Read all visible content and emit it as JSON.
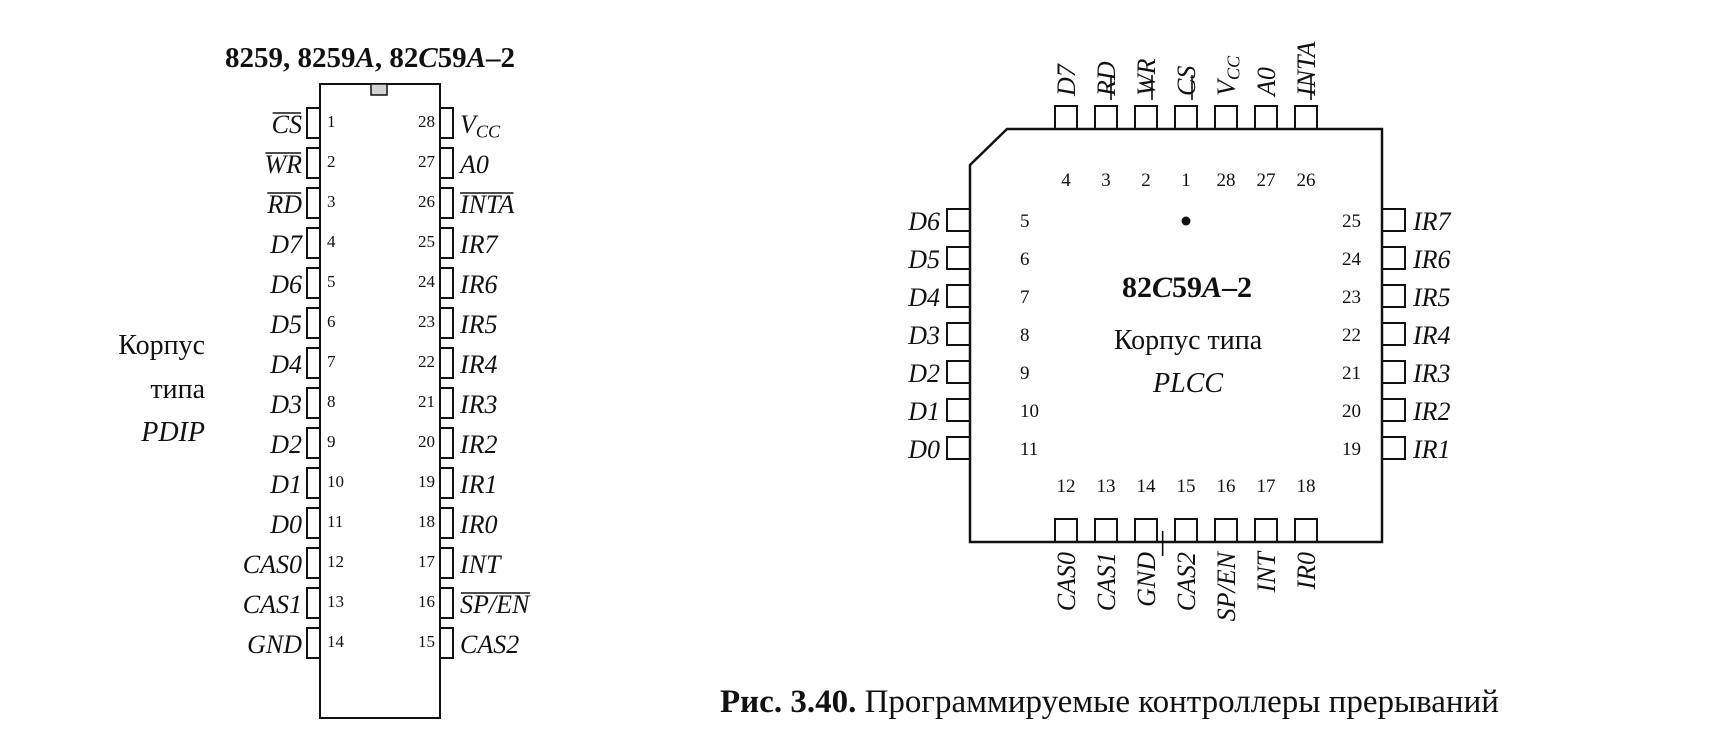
{
  "pdip": {
    "title_plain_1": "8259, 8259",
    "title_italic_1": "A",
    "title_plain_2": ", 82",
    "title_italic_2": "C",
    "title_plain_3": "59",
    "title_italic_3": "A",
    "title_plain_4": "–2",
    "package_line1": "Корпус",
    "package_line2": "типа",
    "package_line3": "PDIP",
    "left_pins": [
      {
        "number": "1",
        "label": "CS",
        "overline": true
      },
      {
        "number": "2",
        "label": "WR",
        "overline": true
      },
      {
        "number": "3",
        "label": "RD",
        "overline": true
      },
      {
        "number": "4",
        "label": "D7",
        "overline": false
      },
      {
        "number": "5",
        "label": "D6",
        "overline": false
      },
      {
        "number": "6",
        "label": "D5",
        "overline": false
      },
      {
        "number": "7",
        "label": "D4",
        "overline": false
      },
      {
        "number": "8",
        "label": "D3",
        "overline": false
      },
      {
        "number": "9",
        "label": "D2",
        "overline": false
      },
      {
        "number": "10",
        "label": "D1",
        "overline": false
      },
      {
        "number": "11",
        "label": "D0",
        "overline": false
      },
      {
        "number": "12",
        "label": "CAS0",
        "overline": false
      },
      {
        "number": "13",
        "label": "CAS1",
        "overline": false
      },
      {
        "number": "14",
        "label": "GND",
        "overline": false
      }
    ],
    "right_pins": [
      {
        "number": "28",
        "label": "VCC",
        "overline": false
      },
      {
        "number": "27",
        "label": "A0",
        "overline": false
      },
      {
        "number": "26",
        "label": "INTA",
        "overline": true
      },
      {
        "number": "25",
        "label": "IR7",
        "overline": false
      },
      {
        "number": "24",
        "label": "IR6",
        "overline": false
      },
      {
        "number": "23",
        "label": "IR5",
        "overline": false
      },
      {
        "number": "22",
        "label": "IR4",
        "overline": false
      },
      {
        "number": "21",
        "label": "IR3",
        "overline": false
      },
      {
        "number": "20",
        "label": "IR2",
        "overline": false
      },
      {
        "number": "19",
        "label": "IR1",
        "overline": false
      },
      {
        "number": "18",
        "label": "IR0",
        "overline": false
      },
      {
        "number": "17",
        "label": "INT",
        "overline": false
      },
      {
        "number": "16",
        "label": "SP/EN",
        "overline": true
      },
      {
        "number": "15",
        "label": "CAS2",
        "overline": false
      }
    ]
  },
  "plcc": {
    "chip_plain_1": "82",
    "chip_italic_1": "C",
    "chip_plain_2": "59",
    "chip_italic_2": "A",
    "chip_plain_3": "–2",
    "package_line1": "Корпус типа",
    "package_line2": "PLCC",
    "top_pins": [
      {
        "number": "4",
        "label": "D7",
        "overline": false
      },
      {
        "number": "3",
        "label": "RD",
        "overline": true
      },
      {
        "number": "2",
        "label": "WR",
        "overline": true
      },
      {
        "number": "1",
        "label": "CS",
        "overline": true
      },
      {
        "number": "28",
        "label": "VCC",
        "overline": false
      },
      {
        "number": "27",
        "label": "A0",
        "overline": false
      },
      {
        "number": "26",
        "label": "INTA",
        "overline": true
      }
    ],
    "left_pins": [
      {
        "number": "5",
        "label": "D6"
      },
      {
        "number": "6",
        "label": "D5"
      },
      {
        "number": "7",
        "label": "D4"
      },
      {
        "number": "8",
        "label": "D3"
      },
      {
        "number": "9",
        "label": "D2"
      },
      {
        "number": "10",
        "label": "D1"
      },
      {
        "number": "11",
        "label": "D0"
      }
    ],
    "right_pins": [
      {
        "number": "25",
        "label": "IR7"
      },
      {
        "number": "24",
        "label": "IR6"
      },
      {
        "number": "23",
        "label": "IR5"
      },
      {
        "number": "22",
        "label": "IR4"
      },
      {
        "number": "21",
        "label": "IR3"
      },
      {
        "number": "20",
        "label": "IR2"
      },
      {
        "number": "19",
        "label": "IR1"
      }
    ],
    "bottom_pins": [
      {
        "number": "12",
        "label": "CAS0",
        "overline": false
      },
      {
        "number": "13",
        "label": "CAS1",
        "overline": false
      },
      {
        "number": "14",
        "label": "GND",
        "overline": false
      },
      {
        "number": "15",
        "label": "CAS2",
        "overline": false
      },
      {
        "number": "16",
        "label": "SP/EN",
        "overline": true
      },
      {
        "number": "17",
        "label": "INT",
        "overline": false
      },
      {
        "number": "18",
        "label": "IR0",
        "overline": false
      }
    ]
  },
  "caption": {
    "prefix": "Рис. 3.40.",
    "text": " Программируемые контроллеры прерываний"
  }
}
